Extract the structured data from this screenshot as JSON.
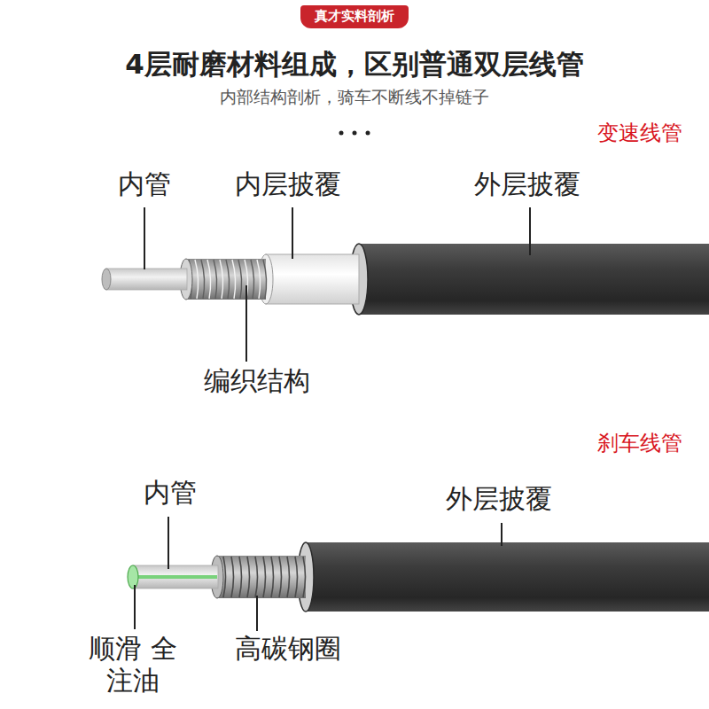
{
  "diagram": {
    "title": "4层耐磨材料组成，区别普通双层线管",
    "nodes": [
      {
        "text": [
          "真才实料剖析"
        ]
      }
    ],
    "labels": [
      "内部结构剖析，骑车不断线不掉链子",
      "变速线管",
      "内管",
      "内层披覆",
      "外层披覆",
      "编织结构",
      "刹车线管",
      "内管",
      "外层披覆",
      "顺滑 全注油",
      "高碳钢圈"
    ]
  }
}
